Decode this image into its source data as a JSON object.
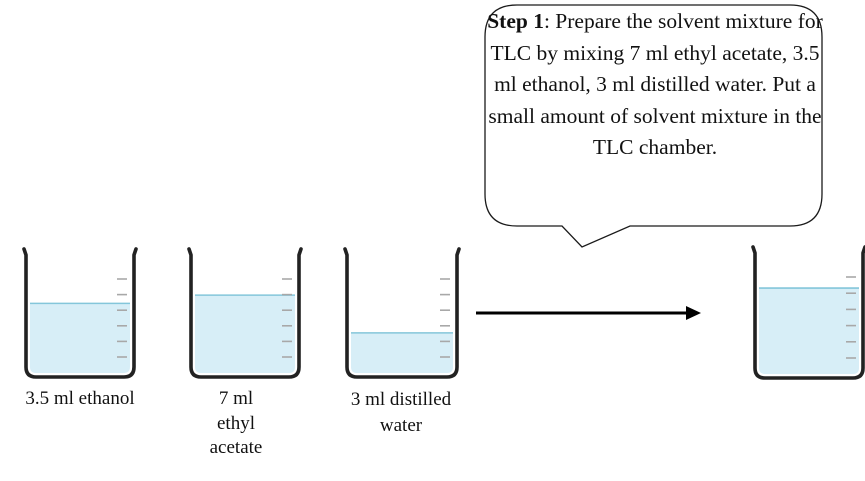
{
  "callout": {
    "step_label": "Step 1",
    "text": ": Prepare  the solvent mixture for TLC by mixing 7 ml ethyl acetate, 3.5 ml ethanol, 3 ml distilled water. Put a small amount of solvent mixture in the TLC chamber."
  },
  "beakers": [
    {
      "id": "ethanol",
      "label": "3.5 ml ethanol",
      "fill_fraction": 0.59
    },
    {
      "id": "ethyl-acetate",
      "label": "7 ml ethyl acetate",
      "fill_fraction": 0.66
    },
    {
      "id": "water",
      "label": "3 ml distilled water",
      "fill_fraction": 0.34
    },
    {
      "id": "tlc-chamber",
      "label": "",
      "fill_fraction": 0.71
    }
  ],
  "colors": {
    "liquid": "#d7eef7",
    "liquid_surface": "#84c6da",
    "glass": "#222222",
    "graduation": "#a8a8a8",
    "arrow": "#000000"
  }
}
